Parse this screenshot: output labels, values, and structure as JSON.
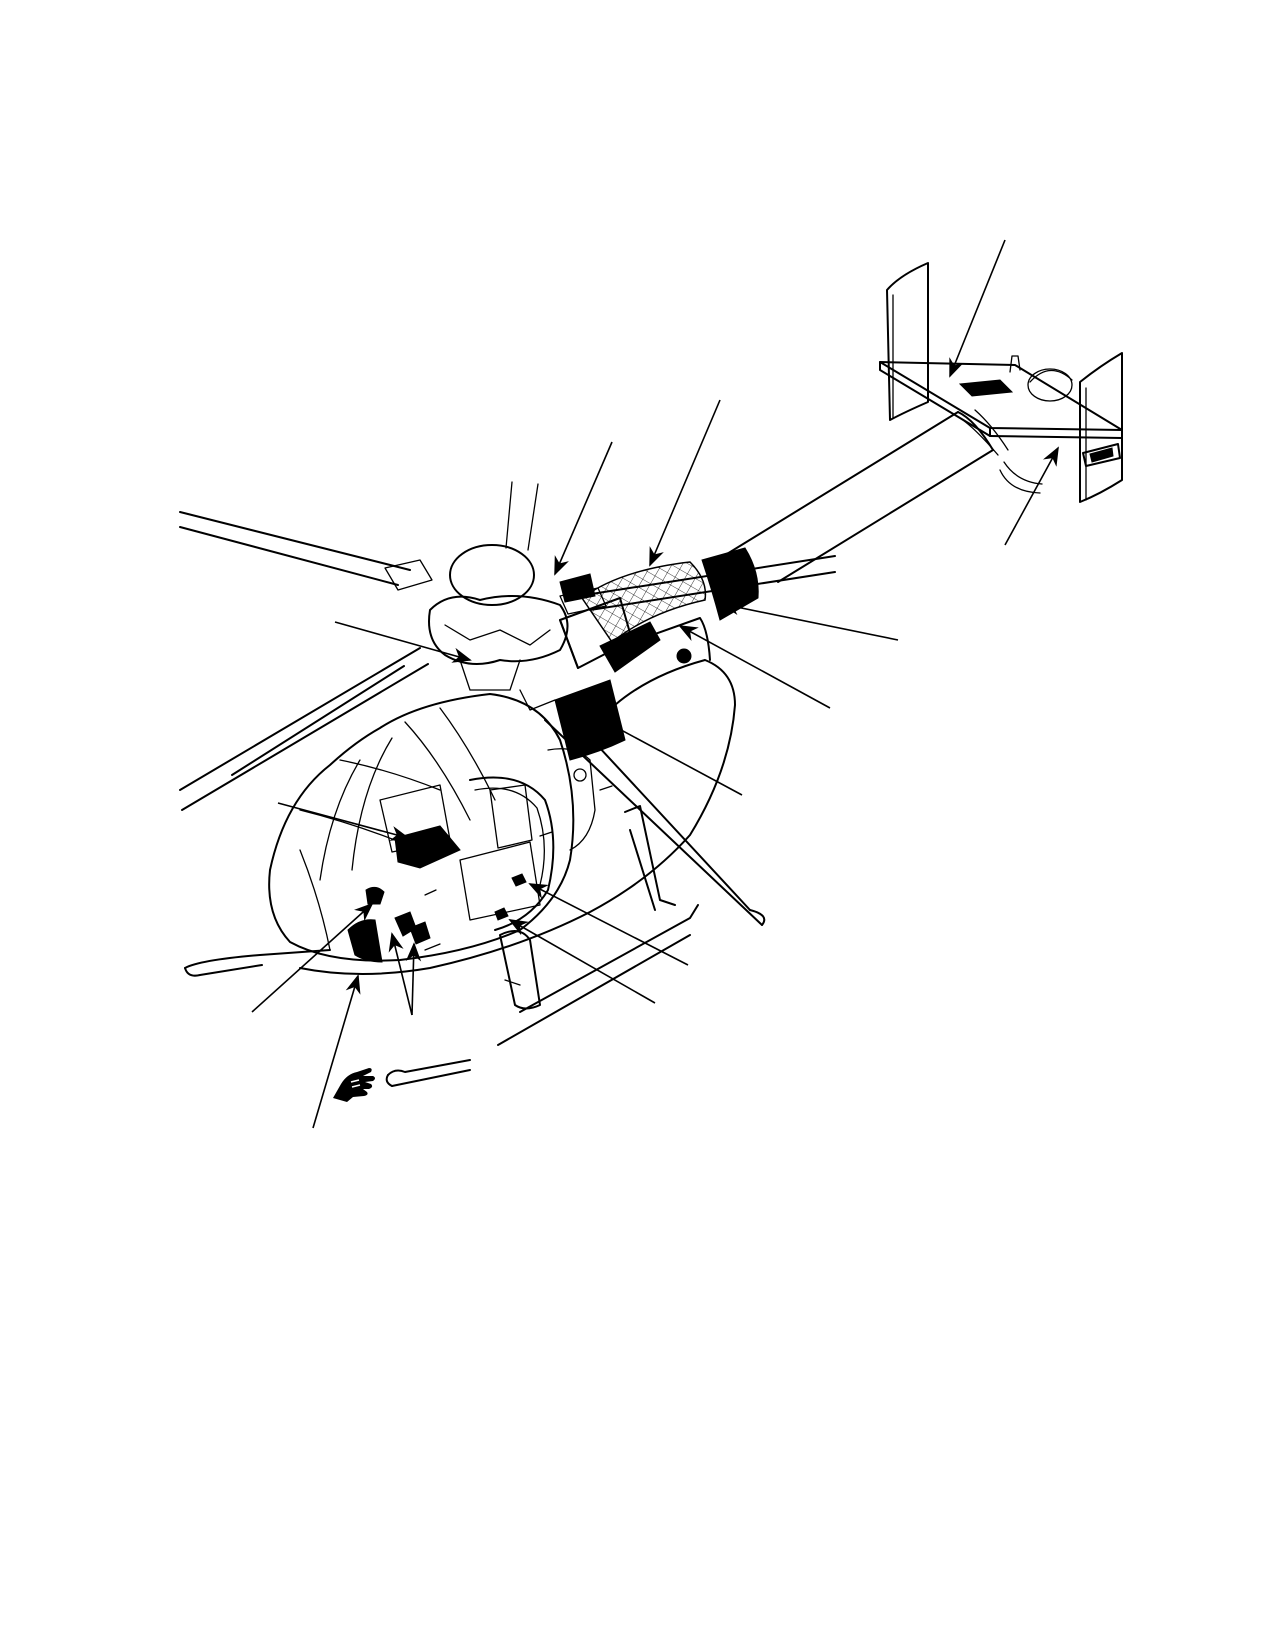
{
  "figure": {
    "subject": "helicopter-isometric-line-drawing",
    "ink_color": "#000000",
    "paper_color": "#ffffff",
    "callout_leaders": [
      "tail-stabilizer-top",
      "tail-stabilizer-tip",
      "tailboom-hatch-upper",
      "tailboom-hatch-cover",
      "tailboom-band",
      "fuselage-round-panel",
      "mast-fairing-panel",
      "rotor-hub-left",
      "cabin-console",
      "cabin-door-lower",
      "skid-step",
      "nose-panel-left",
      "nose-panels-pair",
      "nose-bottom"
    ],
    "pointing-hand-icon": "pointing-hand-icon"
  }
}
